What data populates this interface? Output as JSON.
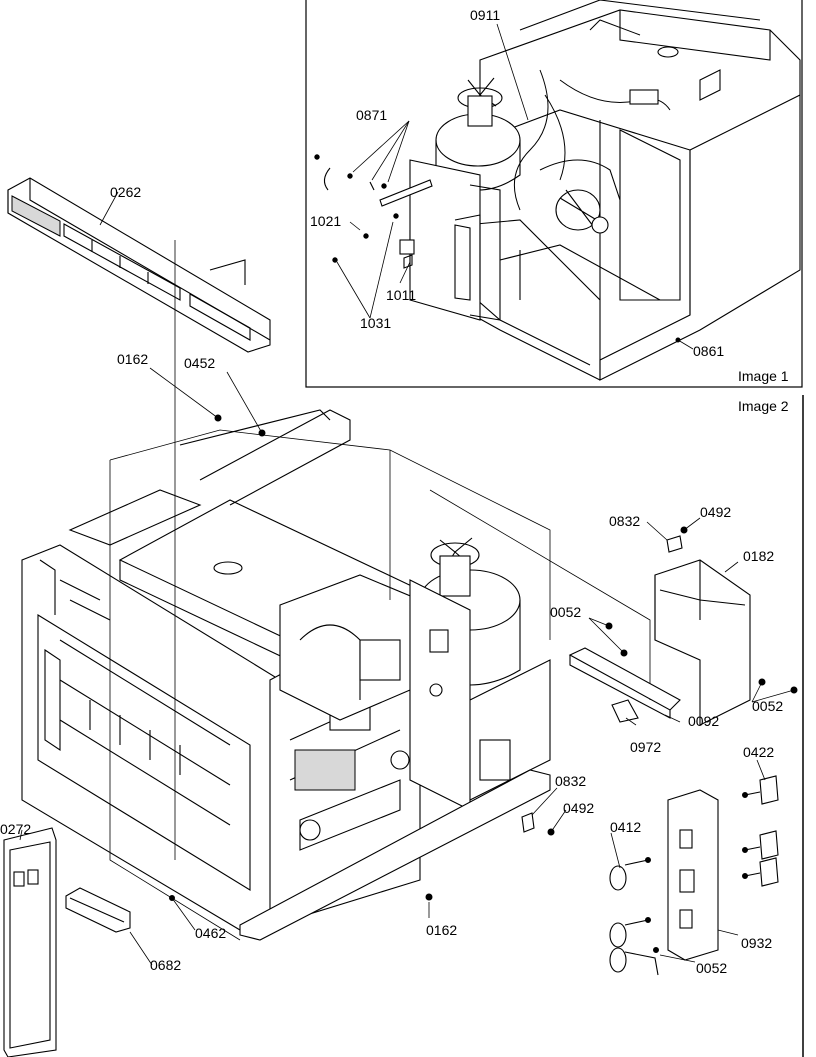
{
  "image1": {
    "caption": "Image 1",
    "labels": [
      "0911",
      "0871",
      "1021",
      "1011",
      "1031",
      "0861"
    ]
  },
  "image2": {
    "caption": "Image 2",
    "labels": [
      "0262",
      "0162",
      "0452",
      "0832",
      "0492",
      "0182",
      "0052",
      "0052",
      "0092",
      "0972",
      "0422",
      "0832",
      "0492",
      "0412",
      "0932",
      "0052",
      "0272",
      "0462",
      "0682",
      "0162"
    ]
  }
}
